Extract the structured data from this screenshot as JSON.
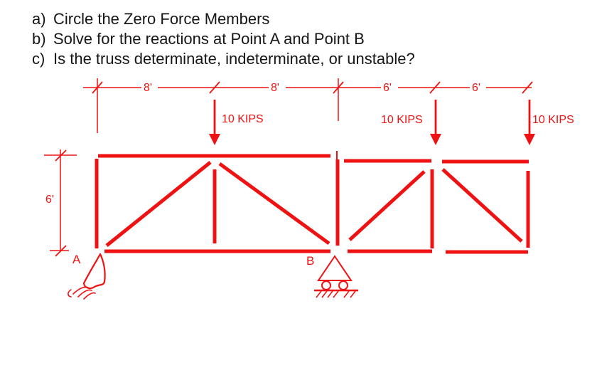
{
  "page": {
    "background": "#ffffff",
    "text_color": "#161616"
  },
  "questions": [
    {
      "marker": "a)",
      "text": "Circle the Zero Force Members"
    },
    {
      "marker": "b)",
      "text": "Solve for the reactions at Point A and Point B"
    },
    {
      "marker": "c)",
      "text": "Is the truss determinate, indeterminate, or unstable?"
    }
  ],
  "diagram": {
    "accent_color": "#ee1212",
    "top_dimensions": [
      {
        "label": "8'"
      },
      {
        "label": "8'"
      },
      {
        "label": "6'"
      },
      {
        "label": "6'"
      }
    ],
    "height_dimension": {
      "label": "6'"
    },
    "loads": [
      {
        "label": "10 KIPS"
      },
      {
        "label": "10 KIPS"
      },
      {
        "label": "10 KIPS"
      }
    ],
    "joints": {
      "pin": "A",
      "roller": "B"
    }
  }
}
